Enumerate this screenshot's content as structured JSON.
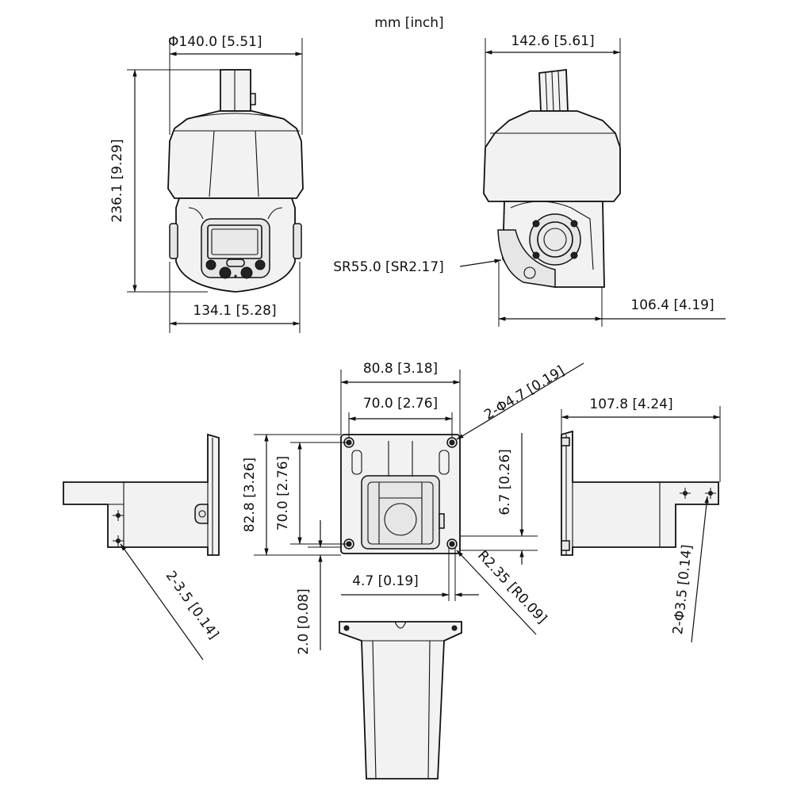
{
  "units_label": "mm [inch]",
  "front_view": {
    "diameter_label": "Φ140.0 [5.51]",
    "height_label": "236.1 [9.29]",
    "base_width_label": "134.1 [5.28]"
  },
  "side_view": {
    "width_label": "142.6 [5.61]",
    "radius_label": "SR55.0 [SR2.17]",
    "depth_label": "106.4 [4.19]"
  },
  "bracket_top_view": {
    "outer_width_label": "80.8 [3.18]",
    "hole_spacing_label": "70.0 [2.76]",
    "corner_holes_label": "2-Φ4.7 [0.19]",
    "outer_height_label": "82.8 [3.26]",
    "hole_vertical_spacing_label": "70.0 [2.76]",
    "edge_offset_label": "6.7 [0.26]",
    "bottom_offset_label": "2.0 [0.08]",
    "hole_width_label": "4.7 [0.19]",
    "corner_radius_label": "R2.35 [R0.09]"
  },
  "bracket_left_view": {
    "holes_label": "2-3.5 [0.14]"
  },
  "bracket_right_view": {
    "length_label": "107.8 [4.24]",
    "holes_label": "2-Φ3.5 [0.14]"
  }
}
